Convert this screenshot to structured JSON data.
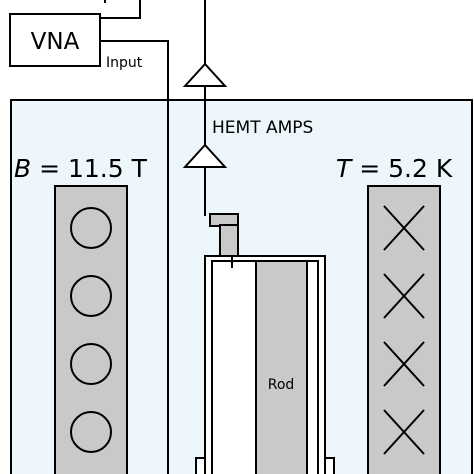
{
  "vna": {
    "label": "VNA",
    "port_label": "Input"
  },
  "amplifier": {
    "label": "HEMT AMPS"
  },
  "cryostat": {
    "magnetic_field": {
      "symbol": "B",
      "text": " = 11.5 T"
    },
    "temperature": {
      "symbol": "T",
      "text": " = 5.2 K"
    },
    "rod_label": "Rod",
    "fill_color": "#edf6fa"
  }
}
